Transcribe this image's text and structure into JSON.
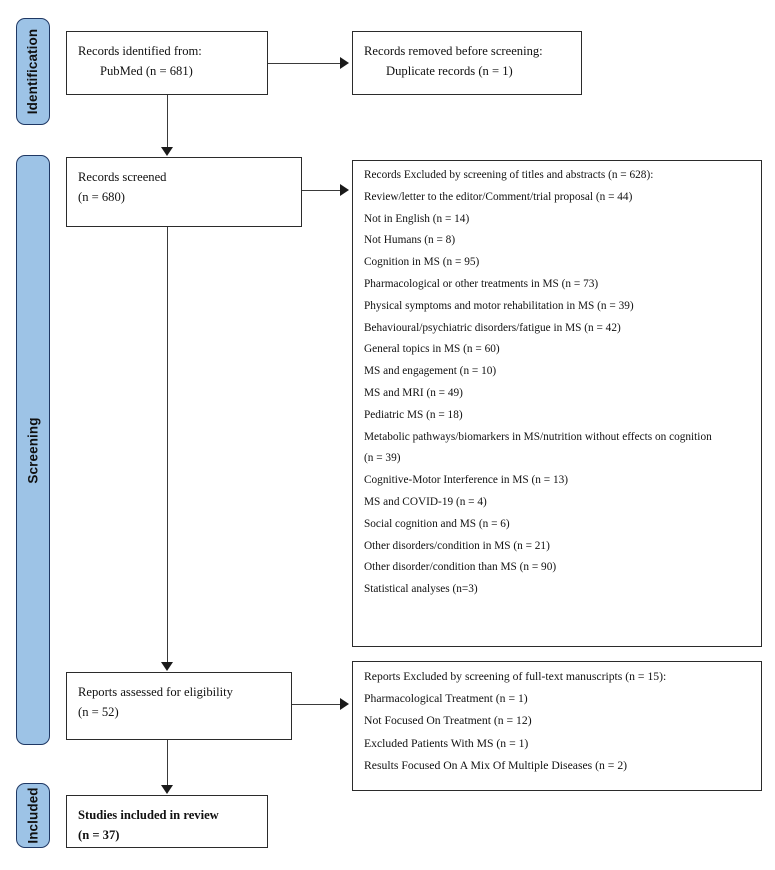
{
  "figure": {
    "type": "prisma-flow-diagram",
    "accent_color": "#9DC3E6",
    "accent_border_color": "#1F3864",
    "box_border_color": "#2b2b2b",
    "connector_color": "#3a3a3a",
    "background": "#ffffff"
  },
  "stages": {
    "identification": "Identification",
    "screening": "Screening",
    "included": "Included"
  },
  "boxes": {
    "identified": {
      "line1": "Records identified from:",
      "line2": "PubMed (n = 681)"
    },
    "removed": {
      "line1": "Records removed before screening:",
      "line2": "Duplicate records (n = 1)"
    },
    "screened": {
      "line1": "Records screened",
      "line2": "(n = 680)"
    },
    "records_excluded": {
      "header": "Records Excluded by screening of titles and abstracts (n = 628):",
      "items": [
        "Review/letter to the editor/Comment/trial proposal (n = 44)",
        "Not in English (n = 14)",
        "Not Humans (n = 8)",
        "Cognition in MS (n = 95)",
        "Pharmacological or other treatments in MS (n = 73)",
        "Physical symptoms and motor rehabilitation in MS (n = 39)",
        "Behavioural/psychiatric disorders/fatigue in MS (n = 42)",
        "General topics in MS (n = 60)",
        "MS and engagement (n = 10)",
        "MS and MRI (n = 49)",
        "Pediatric MS (n = 18)",
        "Metabolic pathways/biomarkers in MS/nutrition without effects on cognition",
        "(n = 39)",
        "Cognitive-Motor Interference in MS (n = 13)",
        "MS and COVID-19 (n = 4)",
        "Social cognition and MS (n = 6)",
        "Other disorders/condition in MS (n = 21)",
        "Other disorder/condition than MS (n = 90)",
        "Statistical analyses (n=3)"
      ]
    },
    "eligibility": {
      "line1": "Reports assessed for eligibility",
      "line2": "(n = 52)"
    },
    "reports_excluded": {
      "header": "Reports Excluded by screening of full-text manuscripts (n = 15):",
      "items": [
        "Pharmacological Treatment (n = 1)",
        "Not Focused On Treatment (n = 12)",
        "Excluded Patients With MS (n = 1)",
        "Results Focused On A Mix Of Multiple Diseases (n = 2)"
      ]
    },
    "included": {
      "line1": "Studies included in review",
      "line2": "(n = 37)"
    }
  }
}
